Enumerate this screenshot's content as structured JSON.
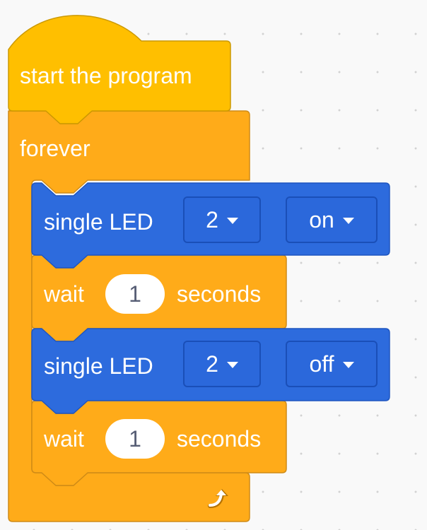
{
  "hat": {
    "label": "start the program"
  },
  "forever": {
    "label": "forever"
  },
  "led_on": {
    "label": "single LED",
    "pin": "2",
    "state": "on"
  },
  "wait1": {
    "label": "wait",
    "value": "1",
    "unit": "seconds"
  },
  "led_off": {
    "label": "single LED",
    "pin": "2",
    "state": "off"
  },
  "wait2": {
    "label": "wait",
    "value": "1",
    "unit": "seconds"
  },
  "colors": {
    "hat": "#ffbf00",
    "control": "#ffab19",
    "led": "#2d6bdd",
    "input_text": "#575e75"
  }
}
